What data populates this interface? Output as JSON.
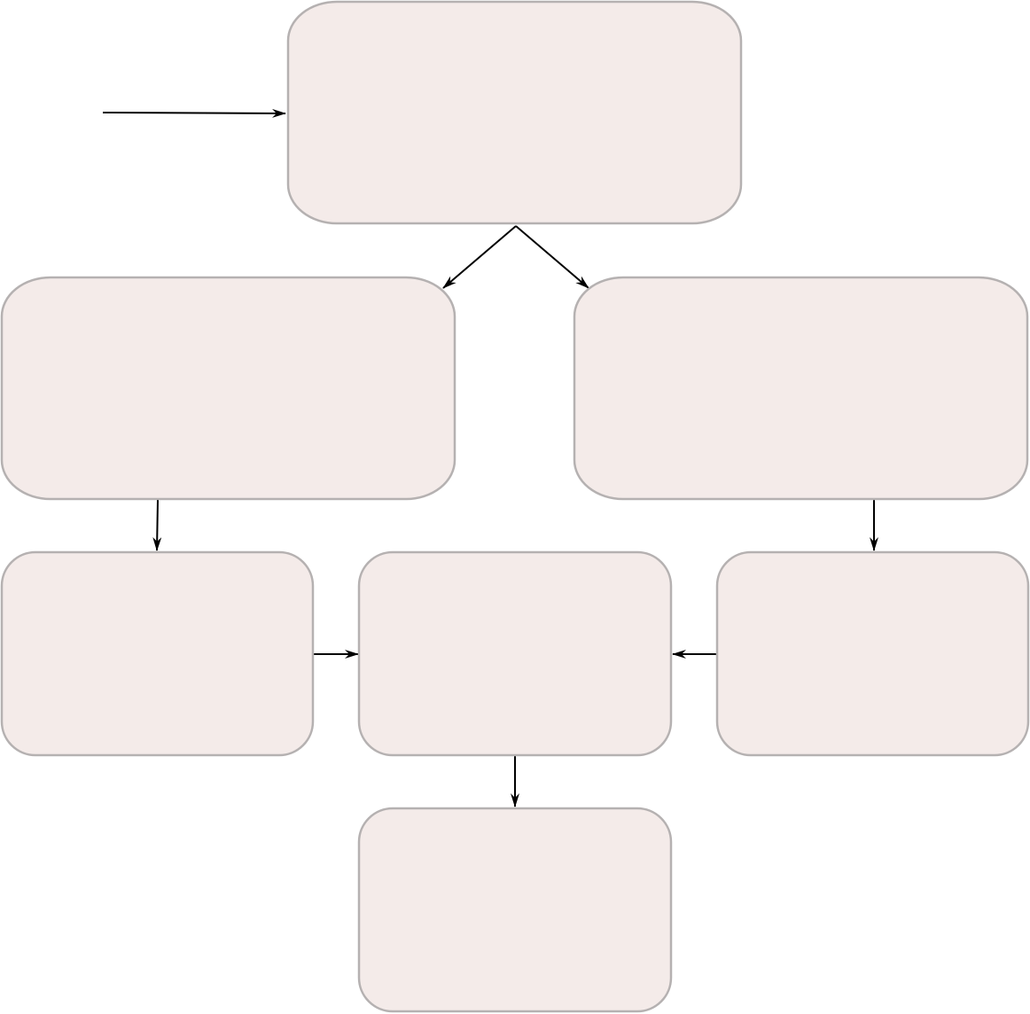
{
  "diagram": {
    "style": {
      "node_fill": "#f4ebe9",
      "node_stroke": "#b5b1b1",
      "edge_color": "#000000",
      "background": "#ffffff"
    },
    "nodes": [
      {
        "id": "top",
        "label": ""
      },
      {
        "id": "mid-left",
        "label": ""
      },
      {
        "id": "mid-right",
        "label": ""
      },
      {
        "id": "low-left",
        "label": ""
      },
      {
        "id": "low-center",
        "label": ""
      },
      {
        "id": "low-right",
        "label": ""
      },
      {
        "id": "bottom",
        "label": ""
      }
    ],
    "edges": [
      {
        "id": "entry-to-top",
        "from": "entry",
        "to": "top"
      },
      {
        "id": "top-to-mid-left",
        "from": "top",
        "to": "mid-left"
      },
      {
        "id": "top-to-mid-right",
        "from": "top",
        "to": "mid-right"
      },
      {
        "id": "mid-left-to-low-left",
        "from": "mid-left",
        "to": "low-left"
      },
      {
        "id": "mid-right-to-low-right",
        "from": "mid-right",
        "to": "low-right"
      },
      {
        "id": "low-left-to-low-center",
        "from": "low-left",
        "to": "low-center"
      },
      {
        "id": "low-right-to-low-center",
        "from": "low-right",
        "to": "low-center"
      },
      {
        "id": "low-center-to-bottom",
        "from": "low-center",
        "to": "bottom"
      }
    ]
  }
}
